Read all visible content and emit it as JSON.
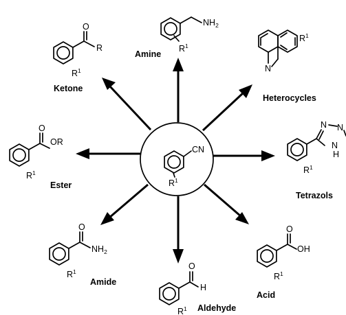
{
  "center": {
    "atom_cn": "CN",
    "atom_r": "R",
    "atom_r_sup": "1"
  },
  "products": [
    {
      "key": "ketone",
      "label": "Ketone",
      "atoms": {
        "o": "O",
        "r": "R",
        "r1": "R",
        "r1_sup": "1"
      }
    },
    {
      "key": "amine",
      "label": "Amine",
      "atoms": {
        "nh2": "NH",
        "nh2_sub": "2",
        "r1": "R",
        "r1_sup": "1"
      }
    },
    {
      "key": "heterocycles",
      "label": "Heterocycles",
      "atoms": {
        "n": "N",
        "r1": "R",
        "r1_sup": "1"
      }
    },
    {
      "key": "ester",
      "label": "Ester",
      "atoms": {
        "o": "O",
        "or": "OR",
        "r1": "R",
        "r1_sup": "1"
      }
    },
    {
      "key": "tetrazols",
      "label": "Tetrazols",
      "atoms": {
        "n1": "N",
        "n2": "N",
        "nh": "N",
        "h": "H",
        "r1": "R",
        "r1_sup": "1"
      }
    },
    {
      "key": "amide",
      "label": "Amide",
      "atoms": {
        "o": "O",
        "nh2": "NH",
        "nh2_sub": "2",
        "r1": "R",
        "r1_sup": "1"
      }
    },
    {
      "key": "aldehyde",
      "label": "Aldehyde",
      "atoms": {
        "o": "O",
        "h": "H",
        "r1": "R",
        "r1_sup": "1"
      }
    },
    {
      "key": "acid",
      "label": "Acid",
      "atoms": {
        "o": "O",
        "oh": "OH",
        "r1": "R",
        "r1_sup": "1"
      }
    }
  ]
}
